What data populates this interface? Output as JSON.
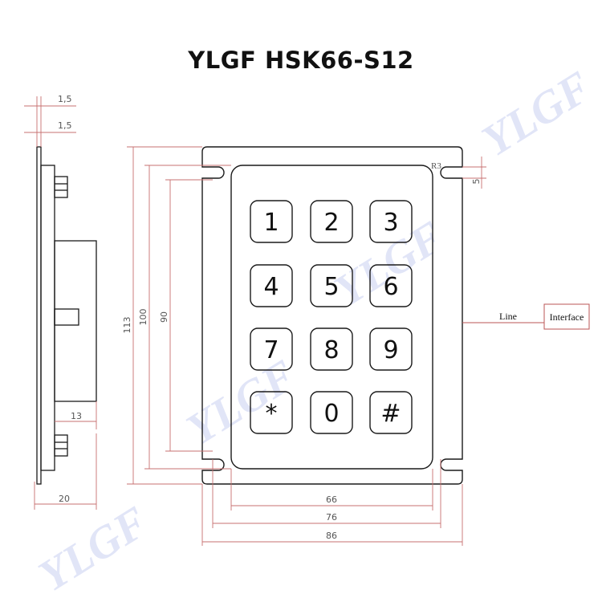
{
  "title": "YLGF HSK66-S12",
  "side_view": {
    "dim_top_1": "1,5",
    "dim_top_2": "1,5",
    "dim_depth": "13",
    "dim_width": "20"
  },
  "front_view": {
    "corner_radius": "R3",
    "slot_height": "5",
    "height_outer": "113",
    "height_middle": "100",
    "height_inner": "90",
    "width_inner": "66",
    "width_middle": "76",
    "width_outer": "86"
  },
  "keys": [
    "1",
    "2",
    "3",
    "4",
    "5",
    "6",
    "7",
    "8",
    "9",
    "*",
    "0",
    "#"
  ],
  "cable": {
    "line_label": "Line",
    "interface_label": "Interface"
  },
  "watermark": "YLGF",
  "colors": {
    "drawing": "#1a1a1a",
    "dimension": "#c77070",
    "watermark": "#b8c0ee"
  }
}
